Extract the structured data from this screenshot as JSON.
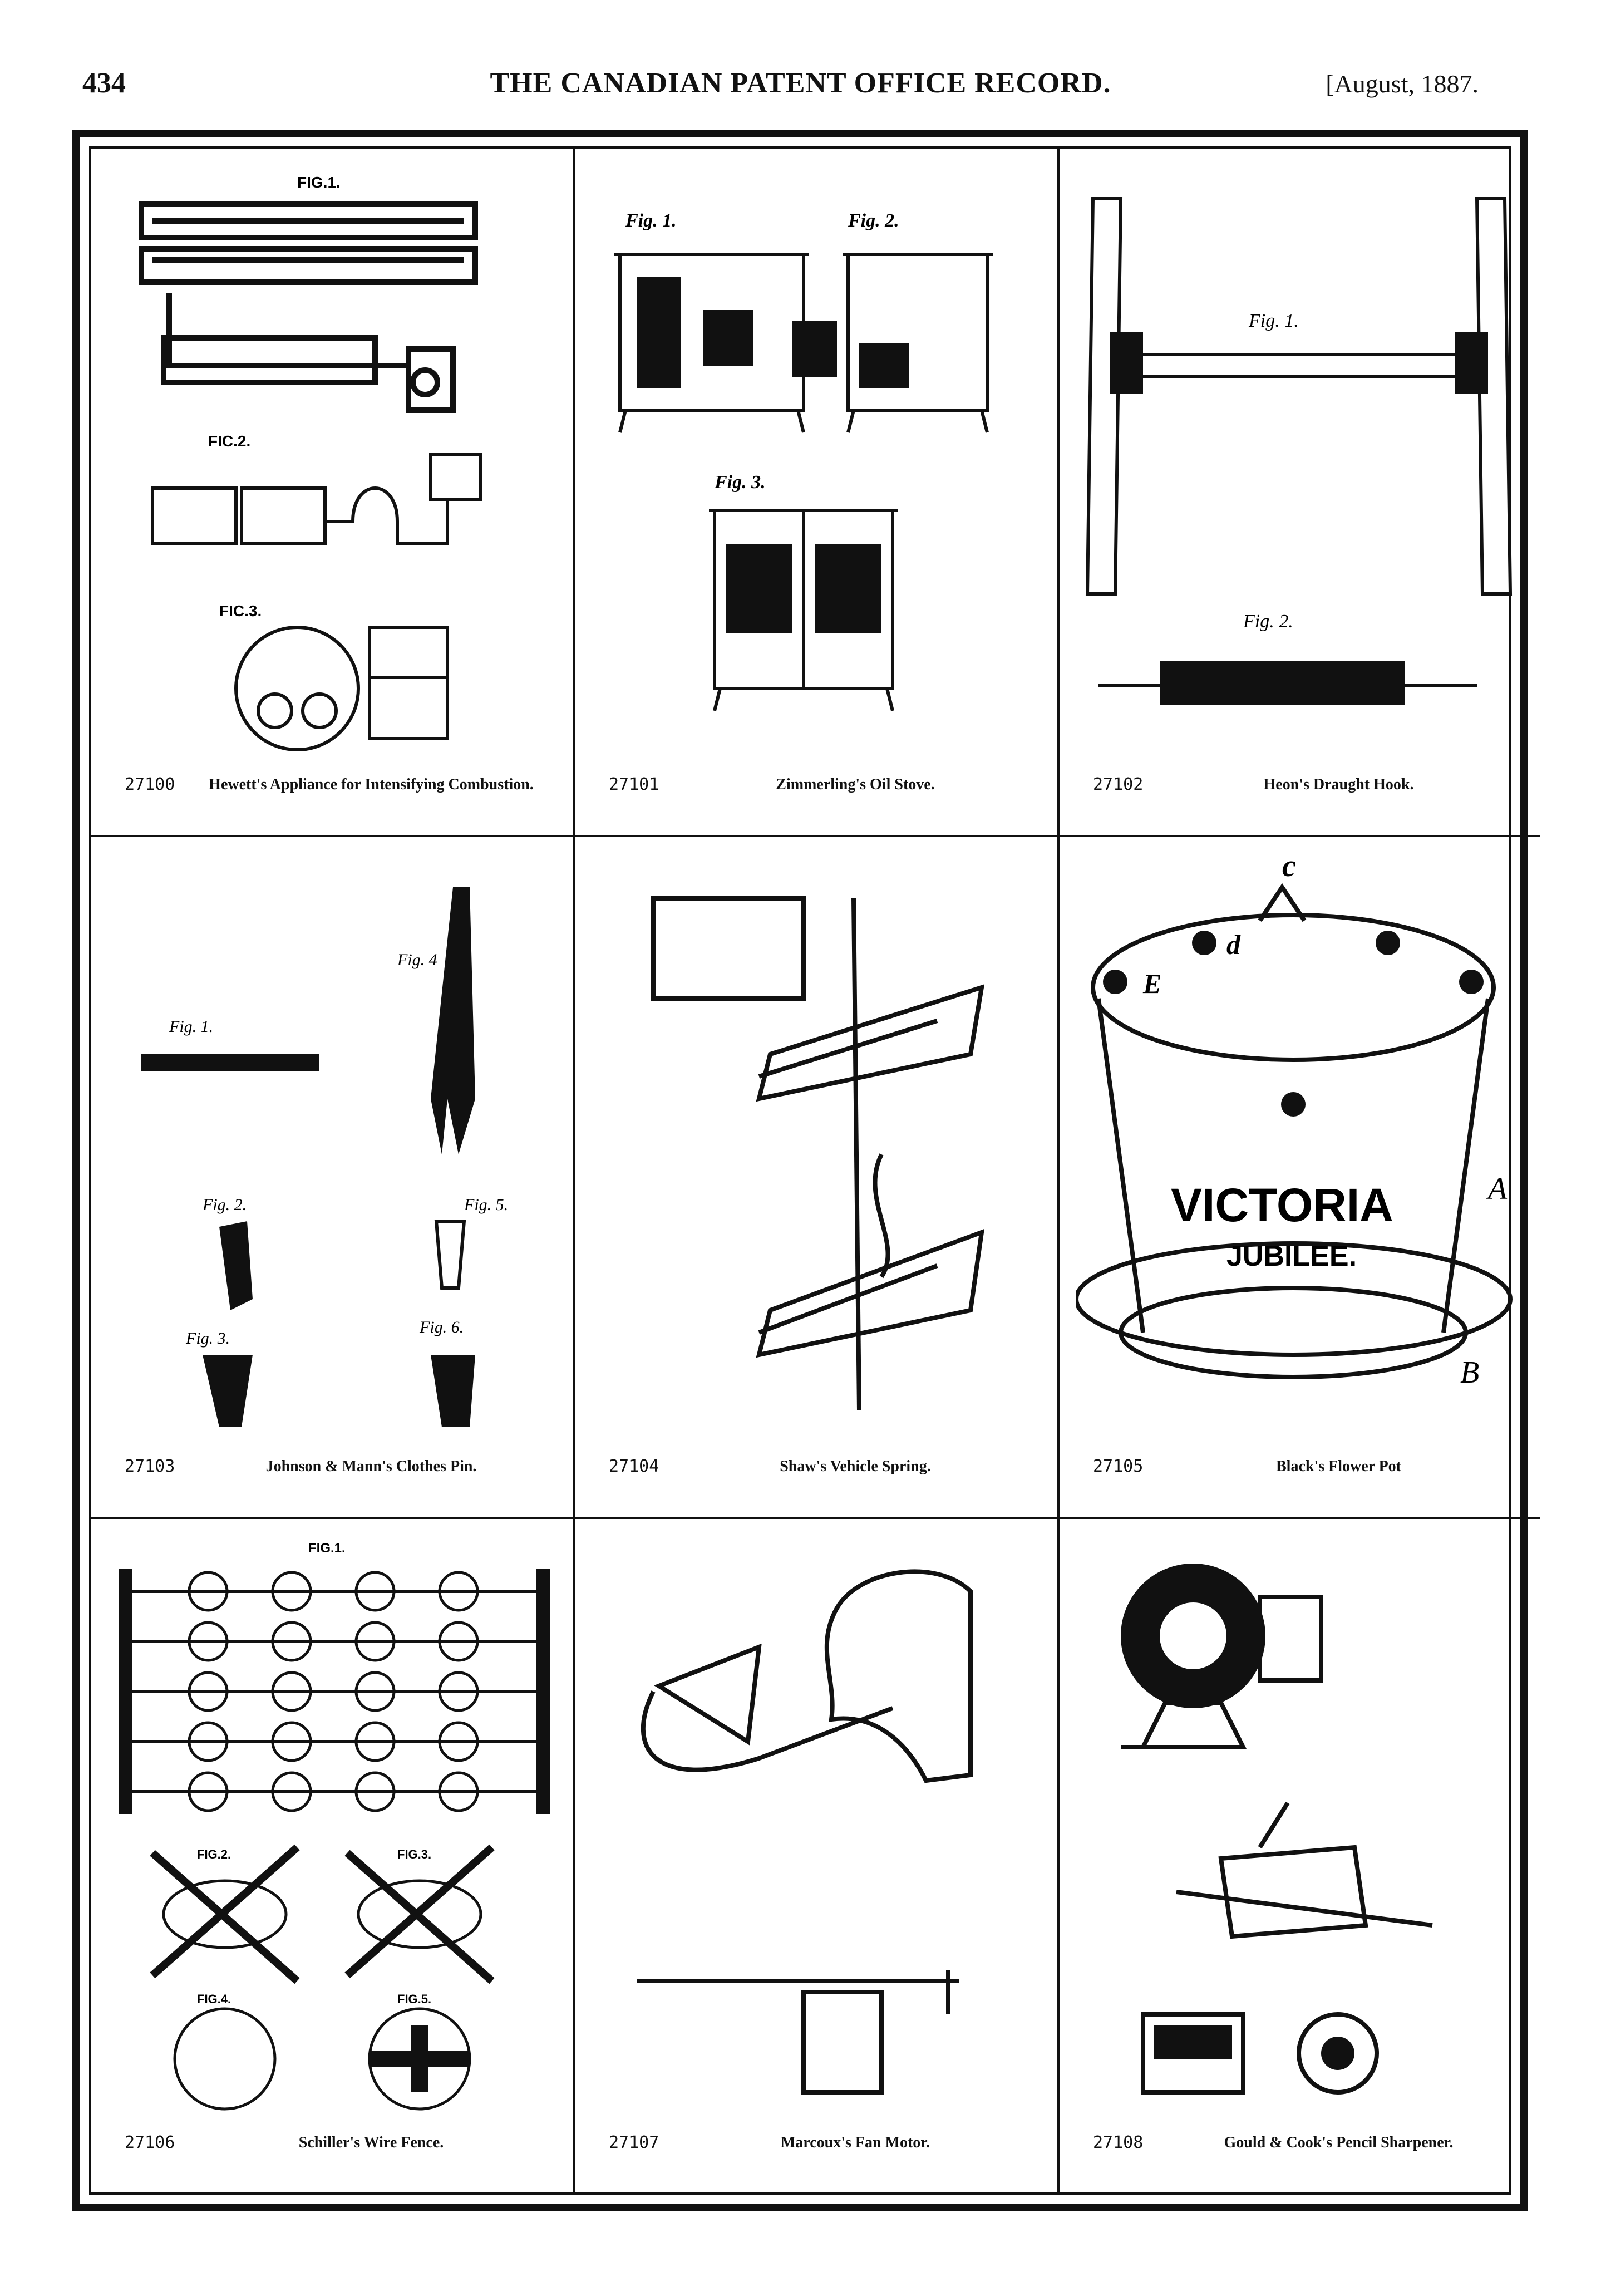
{
  "header": {
    "page_number": "434",
    "title": "THE CANADIAN PATENT OFFICE RECORD.",
    "date": "[August, 1887."
  },
  "patents": [
    {
      "number": "27100",
      "name": "Hewett's Appliance for Intensifying Combustion."
    },
    {
      "number": "27101",
      "name": "Zimmerling's Oil Stove."
    },
    {
      "number": "27102",
      "name": "Heon's Draught Hook."
    },
    {
      "number": "27103",
      "name": "Johnson & Mann's Clothes Pin."
    },
    {
      "number": "27104",
      "name": "Shaw's Vehicle Spring."
    },
    {
      "number": "27105",
      "name": "Black's Flower Pot"
    },
    {
      "number": "27106",
      "name": "Schiller's Wire Fence."
    },
    {
      "number": "27107",
      "name": "Marcoux's Fan Motor."
    },
    {
      "number": "27108",
      "name": "Gould & Cook's Pencil Sharpener."
    }
  ],
  "figure_labels": {
    "fig1": "FIG.1.",
    "fig2": "FIC.2.",
    "fig3": "FIC.3.",
    "fig1_script": "Fig. 1.",
    "fig2_script": "Fig. 2.",
    "fig3_script": "Fig. 3.",
    "fig4_script": "Fig. 4",
    "fig5_script": "Fig. 5.",
    "fig6_script": "Fig. 6.",
    "fence_fig1": "FIG.1.",
    "fence_fig2": "FIG.2.",
    "fence_fig3": "FIG.3.",
    "fence_fig4": "FIG.4.",
    "fence_fig5": "FIG.5.",
    "victoria": "VICTORIA",
    "jubilee": "JUBILEE.",
    "pot_c": "c",
    "pot_d": "d",
    "pot_e": "E",
    "pot_a": "A",
    "pot_b": "B"
  }
}
